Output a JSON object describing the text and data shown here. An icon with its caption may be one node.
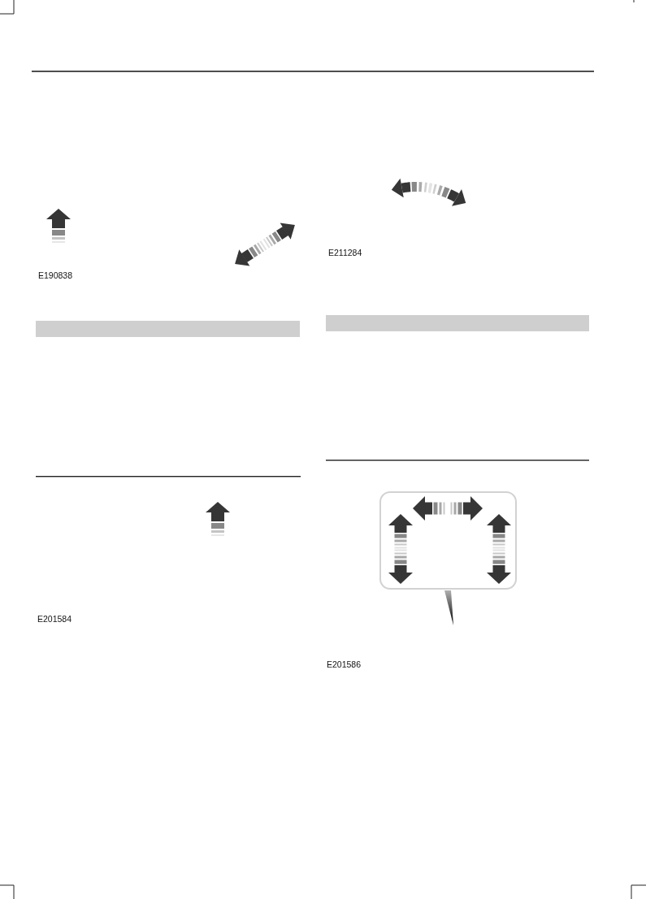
{
  "diagram": {
    "nodes": [
      {
        "text": [],
        "shape": "bar"
      },
      {
        "text": [],
        "shape": "bar"
      }
    ],
    "labels": [
      "E190838",
      "E201584",
      "E211284",
      "E201586"
    ]
  }
}
